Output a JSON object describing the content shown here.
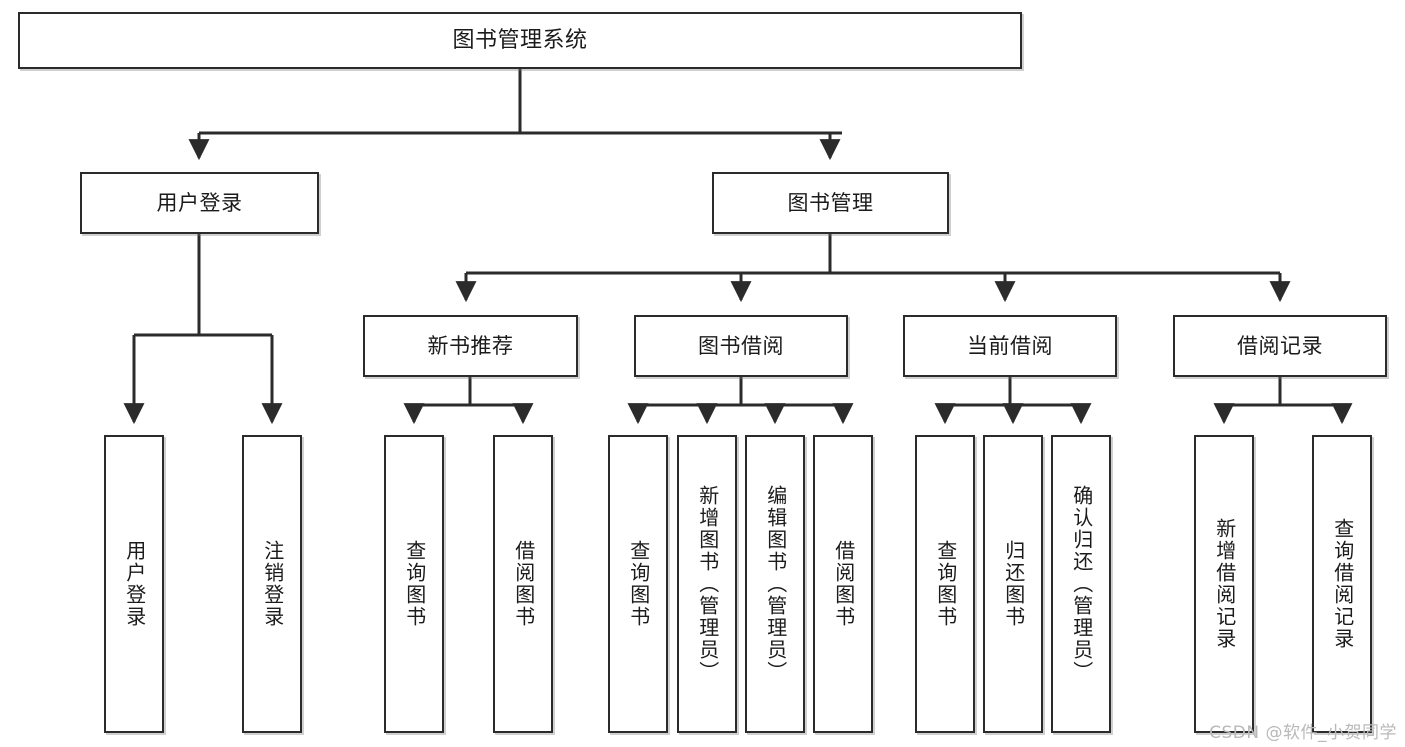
{
  "diagram": {
    "title": "图书管理系统",
    "watermark": "CSDN @软件_小贺同学",
    "stroke_color": "#2b2b2b",
    "background_color": "#ffffff",
    "nodes": {
      "root": {
        "label": "图书管理系统"
      },
      "level1": [
        {
          "id": "user-login",
          "label": "用户登录"
        },
        {
          "id": "book-management",
          "label": "图书管理"
        }
      ],
      "level2": [
        {
          "id": "new-book-recommend",
          "label": "新书推荐"
        },
        {
          "id": "book-borrow",
          "label": "图书借阅"
        },
        {
          "id": "current-borrow",
          "label": "当前借阅"
        },
        {
          "id": "borrow-record",
          "label": "借阅记录"
        }
      ],
      "leaves": {
        "user-login": [
          {
            "id": "leaf-user-login",
            "label": "用户登录"
          },
          {
            "id": "leaf-logout-login",
            "label": "注销登录"
          }
        ],
        "new-book-recommend": [
          {
            "id": "leaf-query-book-1",
            "label": "查询图书"
          },
          {
            "id": "leaf-borrow-book-1",
            "label": "借阅图书"
          }
        ],
        "book-borrow": [
          {
            "id": "leaf-query-book-2",
            "label": "查询图书"
          },
          {
            "id": "leaf-add-book",
            "label": "新增图书（管理员）"
          },
          {
            "id": "leaf-edit-book",
            "label": "编辑图书（管理员）"
          },
          {
            "id": "leaf-borrow-book-2",
            "label": "借阅图书"
          }
        ],
        "current-borrow": [
          {
            "id": "leaf-query-book-3",
            "label": "查询图书"
          },
          {
            "id": "leaf-return-book",
            "label": "归还图书"
          },
          {
            "id": "leaf-confirm-return",
            "label": "确认归还（管理员）"
          }
        ],
        "borrow-record": [
          {
            "id": "leaf-add-record",
            "label": "新增借阅记录"
          },
          {
            "id": "leaf-query-record",
            "label": "查询借阅记录"
          }
        ]
      }
    }
  }
}
